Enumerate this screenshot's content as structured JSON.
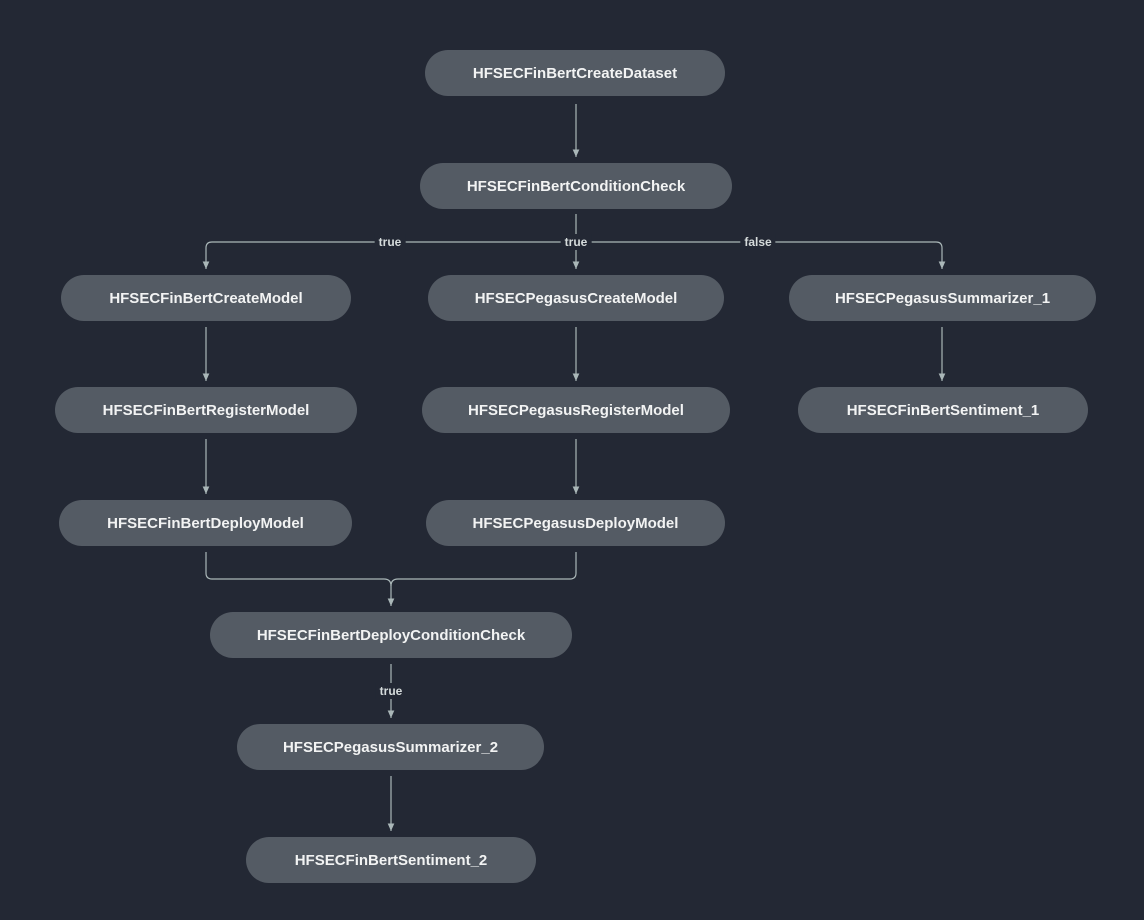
{
  "colors": {
    "background": "#232834",
    "node_fill": "#545b64",
    "node_text": "#f2f3f3",
    "edge_stroke": "#aab7b8",
    "edge_label_text": "#d5dbdb"
  },
  "steps": {
    "create_dataset": "HFSECFinBertCreateDataset",
    "condition_check": "HFSECFinBertConditionCheck",
    "finbert_create_model": "HFSECFinBertCreateModel",
    "pegasus_create_model": "HFSECPegasusCreateModel",
    "pegasus_summarizer_1": "HFSECPegasusSummarizer_1",
    "finbert_register_model": "HFSECFinBertRegisterModel",
    "pegasus_register_model": "HFSECPegasusRegisterModel",
    "finbert_sentiment_1": "HFSECFinBertSentiment_1",
    "finbert_deploy_model": "HFSECFinBertDeployModel",
    "pegasus_deploy_model": "HFSECPegasusDeployModel",
    "deploy_condition_check": "HFSECFinBertDeployConditionCheck",
    "pegasus_summarizer_2": "HFSECPegasusSummarizer_2",
    "finbert_sentiment_2": "HFSECFinBertSentiment_2"
  },
  "edge_labels": {
    "condition_true_left": "true",
    "condition_true_middle": "true",
    "condition_false_right": "false",
    "deploy_condition_true": "true"
  }
}
